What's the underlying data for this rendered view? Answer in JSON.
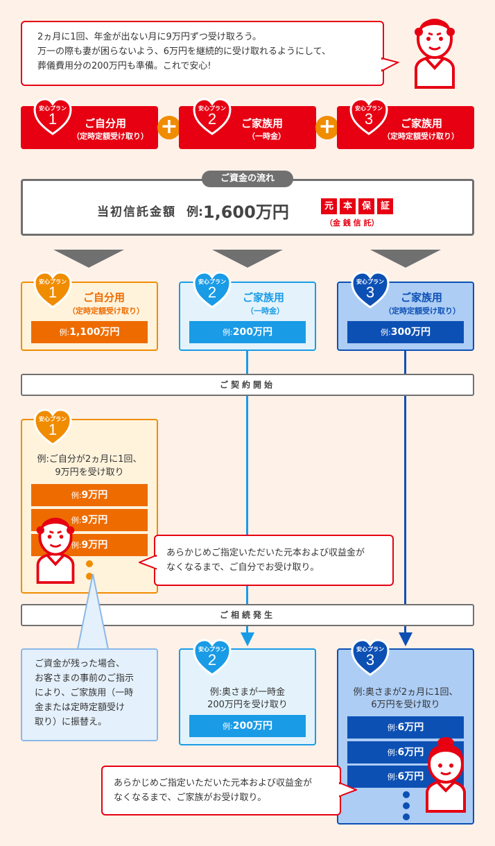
{
  "intro": {
    "line1": "2ヵ月に1回、年金が出ない月に9万円ずつ受け取ろう。",
    "line2": "万一の際も妻が困らないよう、6万円を継続的に受け取れるようにして、",
    "line3": "葬儀費用分の200万円も準備。これで安心!"
  },
  "heart_label": "安心プラン",
  "plans": [
    {
      "num": "1",
      "title": "ご自分用",
      "sub": "（定時定額受け取り）"
    },
    {
      "num": "2",
      "title": "ご家族用",
      "sub": "（一時金）"
    },
    {
      "num": "3",
      "title": "ご家族用",
      "sub": "（定時定額受け取り）"
    }
  ],
  "plus_symbol": "+",
  "flow": {
    "label": "ご資金の流れ",
    "initial_label": "当初信託金額",
    "example_prefix": "例:",
    "initial_amount": "1,600万円",
    "guarantee_chars": [
      "元",
      "本",
      "保",
      "証"
    ],
    "guarantee_sub": "（金 銭 信 託）"
  },
  "allocations": [
    {
      "prefix": "例:",
      "value": "1,100万円"
    },
    {
      "prefix": "例:",
      "value": "200万円"
    },
    {
      "prefix": "例:",
      "value": "300万円"
    }
  ],
  "contract_start": "ご契約開始",
  "plan1_detail": {
    "line1": "例:ご自分が2ヵ月に1回、",
    "line2": "9万円を受け取り",
    "payments": [
      {
        "prefix": "例:",
        "value": "9万円"
      },
      {
        "prefix": "例:",
        "value": "9万円"
      },
      {
        "prefix": "例:",
        "value": "9万円"
      }
    ]
  },
  "self_note": {
    "line1": "あらかじめご指定いただいた元本および収益金が",
    "line2": "なくなるまで、ご自分でお受け取り。"
  },
  "inheritance": "ご相続発生",
  "transfer_note": {
    "line1": "ご資金が残った場合、",
    "line2": "お客さまの事前のご指示",
    "line3": "により、ご家族用（一時",
    "line4": "金または定時定額受け",
    "line5": "取り）に振替え。"
  },
  "plan2_detail": {
    "line1": "例:奥さまが一時金",
    "line2": "200万円を受け取り",
    "payment": {
      "prefix": "例:",
      "value": "200万円"
    }
  },
  "plan3_detail": {
    "line1": "例:奥さまが2ヵ月に1回、",
    "line2": "6万円を受け取り",
    "payments": [
      {
        "prefix": "例:",
        "value": "6万円"
      },
      {
        "prefix": "例:",
        "value": "6万円"
      },
      {
        "prefix": "例:",
        "value": "6万円"
      }
    ]
  },
  "family_note": {
    "line1": "あらかじめご指定いただいた元本および収益金が",
    "line2": "なくなるまで、ご家族がお受け取り。"
  },
  "colors": {
    "red": "#e60012",
    "orange": "#f08c00",
    "dark_orange": "#ee6b00",
    "light_blue": "#1a9be6",
    "dark_blue": "#0d50b4",
    "gray": "#707070"
  }
}
